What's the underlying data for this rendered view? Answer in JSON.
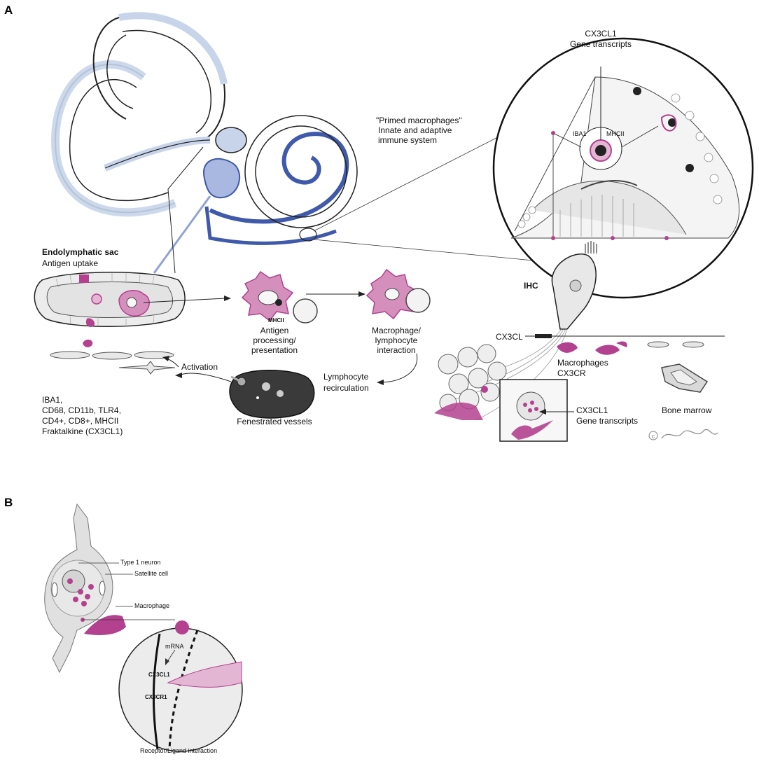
{
  "panels": {
    "a": "A",
    "b": "B"
  },
  "panel_a": {
    "primed_line1": "\"Primed macrophages\"",
    "primed_line2": "Innate and adaptive",
    "primed_line3": "immune system",
    "cx3cl1_top_line1": "CX3CL1",
    "cx3cl1_top_line2": "Gene transcripts",
    "iba1": "IBA1",
    "mhcii_circle": "MHCII",
    "endo_title": "Endolymphatic sac",
    "endo_sub": "Antigen uptake",
    "mhcii": "MHCII",
    "antigen_line1": "Antigen",
    "antigen_line2": "processing/",
    "antigen_line3": "presentation",
    "interact_line1": "Macrophage/",
    "interact_line2": "lymphocyte",
    "interact_line3": "interaction",
    "ihc": "IHC",
    "cx3cl": "CX3CL",
    "activation": "Activation",
    "lymph_line1": "Lymphocyte",
    "lymph_line2": "recirculation",
    "macro_line1": "Macrophages",
    "macro_line2": "CX3CR",
    "bone_marrow": "Bone marrow",
    "cx3cl1_bottom_line1": "CX3CL1",
    "cx3cl1_bottom_line2": "Gene transcripts",
    "markers": [
      "IBA1,",
      "CD68, CD11b, TLR4,",
      "CD4+, CD8+, MHCII",
      "Fraktalkine (CX3CL1)"
    ],
    "fenestrated": "Fenestrated vessels",
    "signature": "© Karin Lodin"
  },
  "panel_b": {
    "type1_neuron": "Type 1 neuron",
    "satellite_cell": "Satellite cell",
    "macrophage": "Macrophage",
    "mrna": "mRNA",
    "cx3cl1": "CX3CL1",
    "cx3cr1": "CX3CR1",
    "receptor": "Receptor/Ligand interaction"
  },
  "colors": {
    "magenta": "#b3418f",
    "magenta_light": "#e3b6d4",
    "blue_dark": "#3f59ab",
    "blue_light": "#c7d4ea",
    "gray": "#d9d9d9"
  }
}
